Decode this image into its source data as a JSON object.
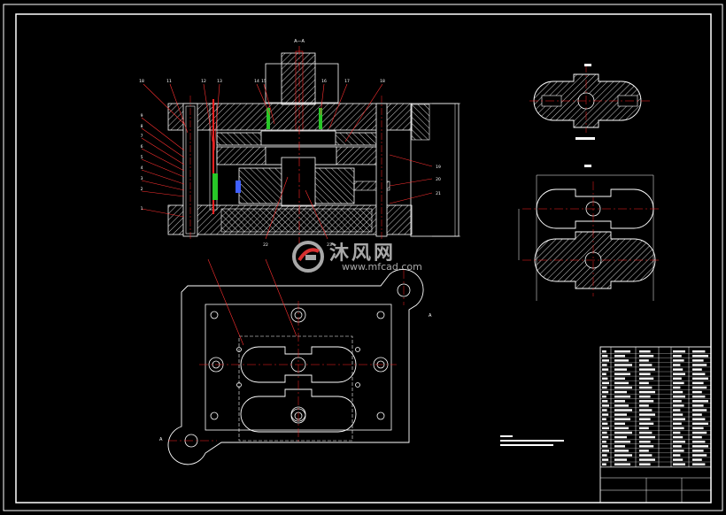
{
  "drawing": {
    "section_label": "A—A",
    "section_arrow_label": "A",
    "watermark_title": "沐风网",
    "watermark_url": "www.mfcad.com",
    "balloons_left": [
      "18",
      "11",
      "12",
      "13",
      "9",
      "8",
      "7",
      "6",
      "5",
      "4",
      "3",
      "2",
      "1"
    ],
    "balloons_top": [
      "14",
      "15",
      "16",
      "17",
      "18"
    ],
    "balloons_right": [
      "19",
      "20",
      "21"
    ],
    "balloons_bottom": [
      "22",
      "23"
    ]
  },
  "colors": {
    "border": "#ffffff",
    "lines": "#ffffff",
    "centerline": "#ff2020",
    "hatch": "#cfcfcf",
    "leader": "#ff3030",
    "accent_green": "#28c828",
    "accent_blue": "#4060ff"
  }
}
